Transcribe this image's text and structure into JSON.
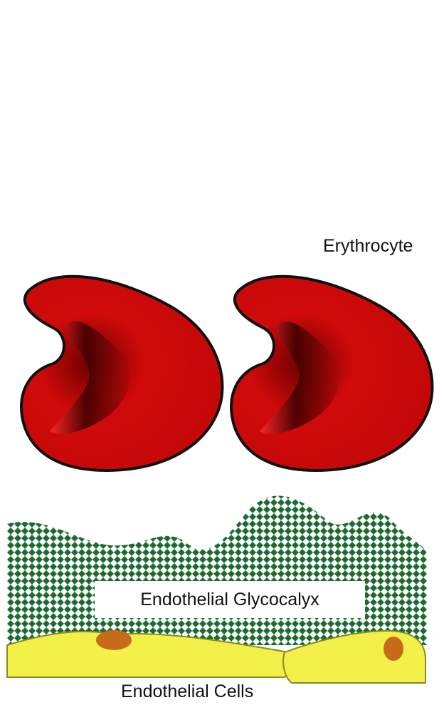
{
  "labels": {
    "erythrocyte": "Erythrocyte",
    "glycocalyx": "Endothelial Glycocalyx",
    "cells": "Endothelial Cells"
  },
  "colors": {
    "erythrocyte_fill": "#e81010",
    "erythrocyte_dark": "#3a0000",
    "glycocalyx_pattern": "#1e6b32",
    "cell_fill": "#f3f04a",
    "cell_stroke": "#8a8a20",
    "nucleus_fill": "#c76a1a"
  }
}
